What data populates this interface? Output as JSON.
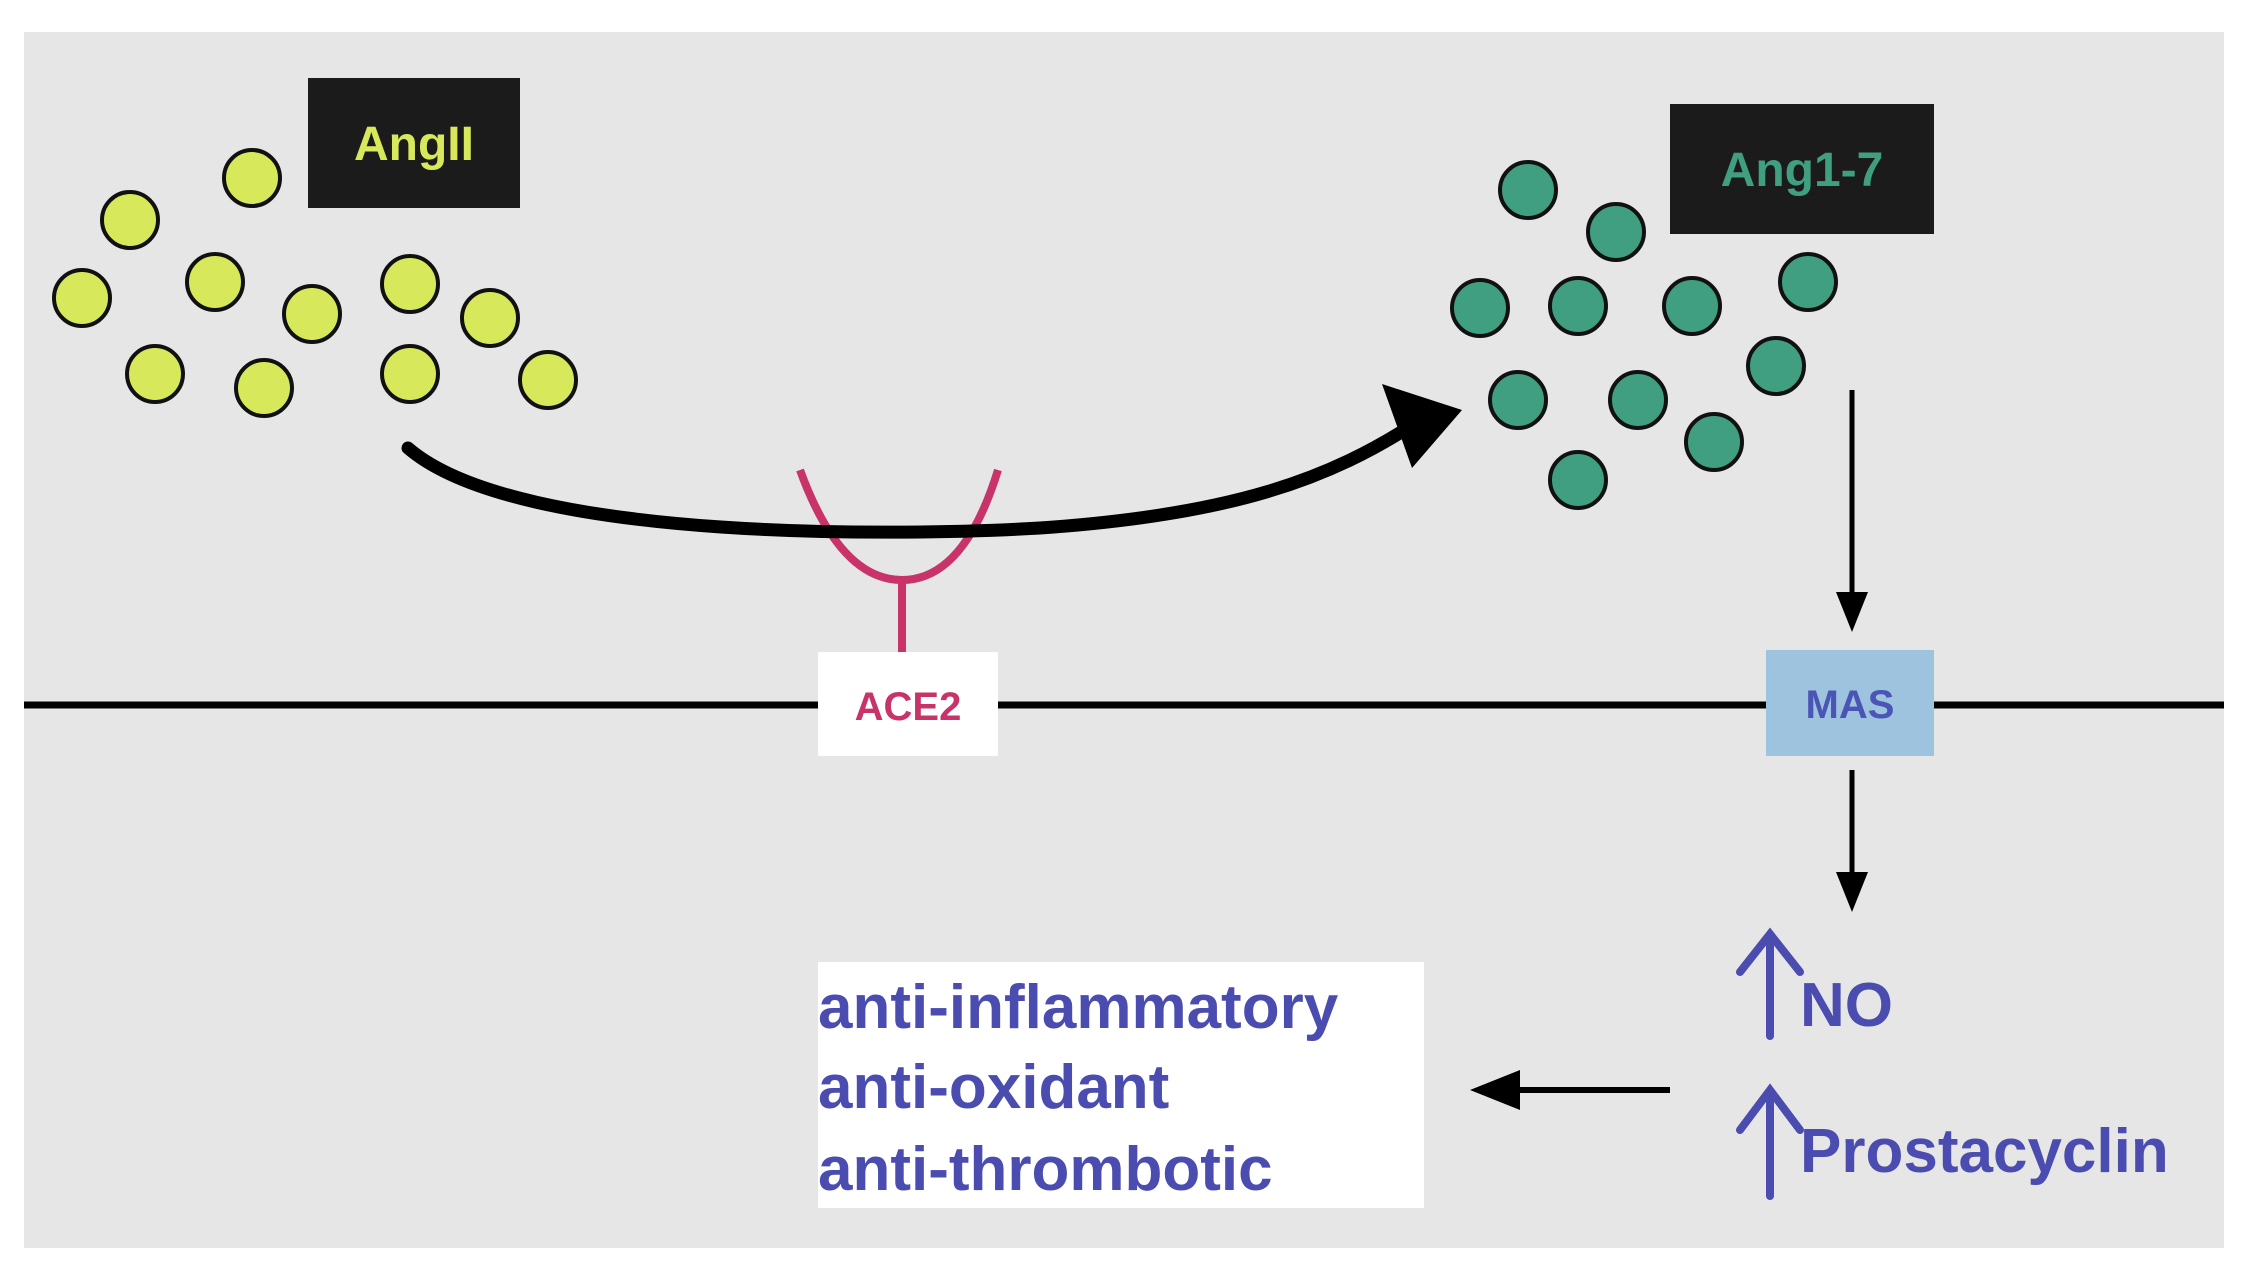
{
  "labels": {
    "angII": "AngII",
    "ang17": "Ang1-7",
    "ace2": "ACE2",
    "mas": "MAS",
    "no": "NO",
    "prostacyclin": "Prostacyclin",
    "effects": [
      "anti-inflammatory",
      "anti-oxidant",
      "anti-thrombotic"
    ]
  },
  "colors": {
    "background": "#e6e6e6",
    "angII": "#d7e85a",
    "ang17": "#3f9f80",
    "ace2": "#c8346a",
    "mas_box": "#9dc3df",
    "mas_text": "#4a55b5",
    "effect_text": "#4a4cb0",
    "membrane": "#000000"
  }
}
